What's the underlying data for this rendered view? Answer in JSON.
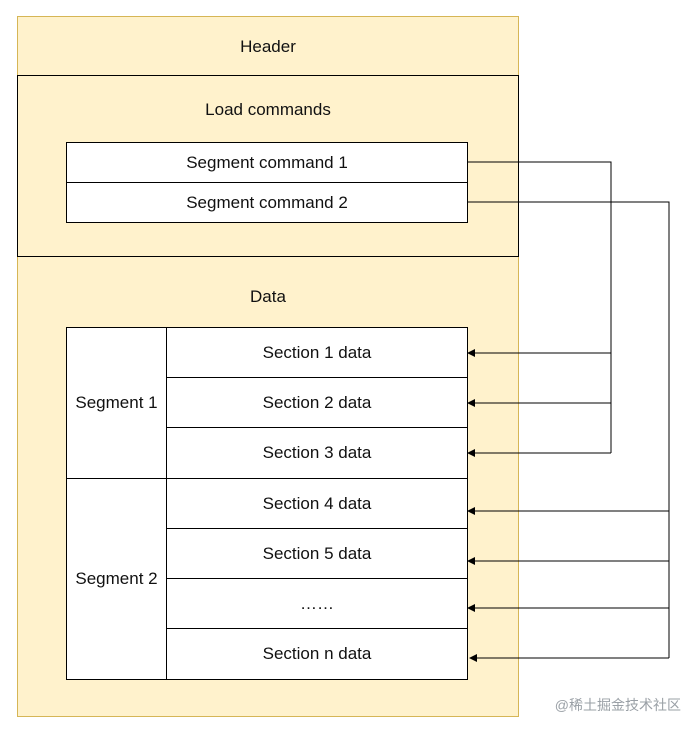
{
  "header": {
    "label": "Header"
  },
  "load_commands": {
    "label": "Load commands",
    "items": [
      "Segment command 1",
      "Segment command 2"
    ]
  },
  "data": {
    "label": "Data",
    "segments": [
      {
        "name": "Segment 1",
        "sections": [
          "Section 1 data",
          "Section 2 data",
          "Section 3 data"
        ]
      },
      {
        "name": "Segment 2",
        "sections": [
          "Section 4 data",
          "Section 5 data",
          "……",
          "Section n data"
        ]
      }
    ]
  },
  "watermark": "@稀土掘金技术社区",
  "colors": {
    "fill": "#fff2cc",
    "border": "#d6b656",
    "line": "#000000"
  }
}
